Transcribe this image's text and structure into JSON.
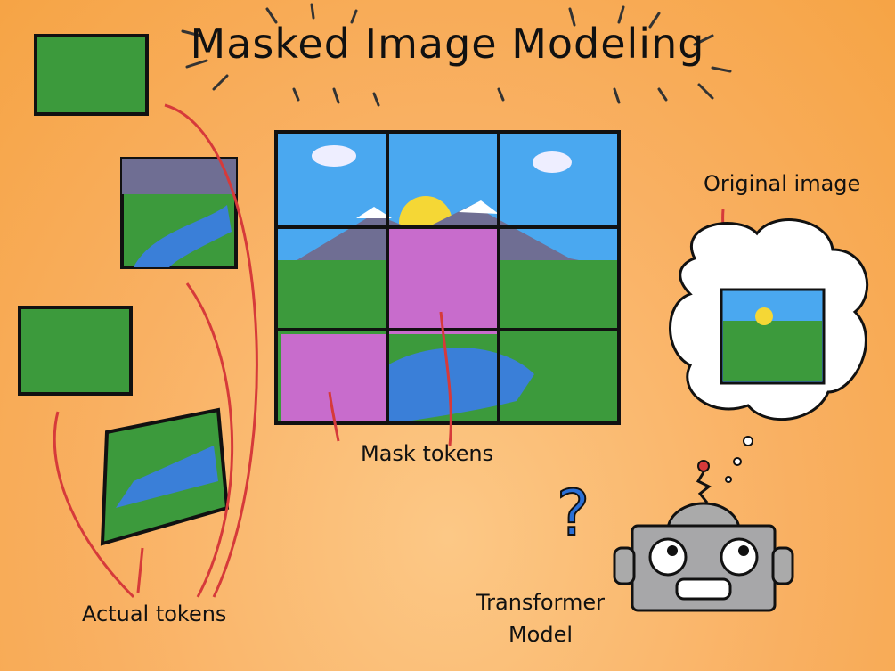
{
  "title": "Masked Image Modeling",
  "labels": {
    "original_image": "Original image",
    "mask_tokens": "Mask tokens",
    "actual_tokens": "Actual tokens",
    "transformer_line1": "Transformer",
    "transformer_line2": "Model"
  },
  "colors": {
    "sky": "#4aa8f0",
    "grass": "#3c9a3c",
    "river": "#3a7fd8",
    "mask": "#c86ccc",
    "sun": "#f5d735",
    "mountain": "#6f6e93",
    "arrow": "#d63a3a"
  }
}
